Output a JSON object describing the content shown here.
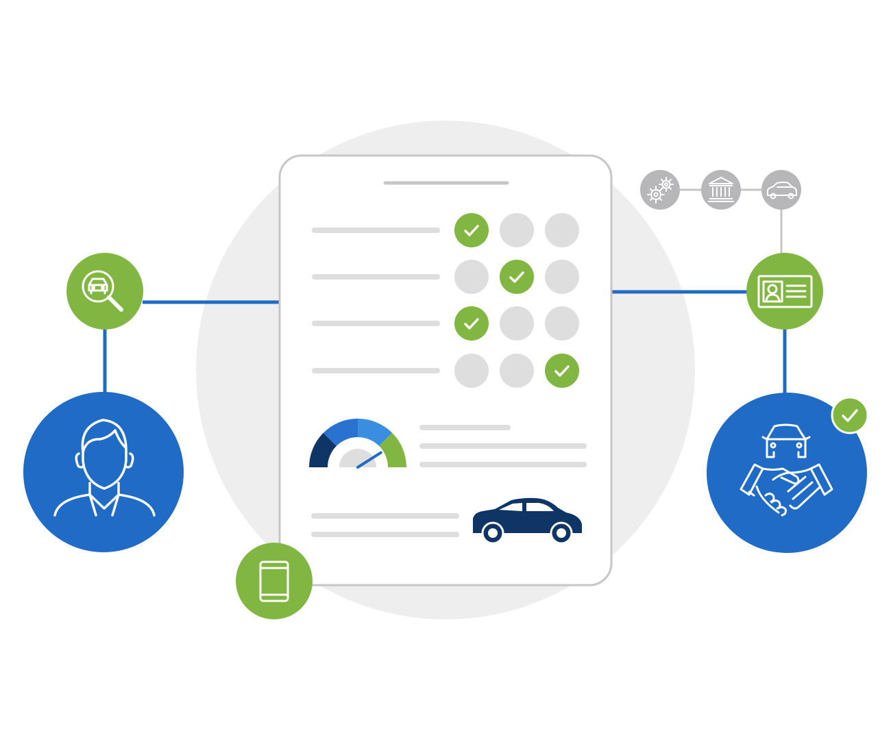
{
  "colors": {
    "green": "#82b642",
    "blue": "#1f6bc6",
    "navy": "#0f3566",
    "mid_blue": "#2a72cf",
    "light_blue": "#3a8de0",
    "backdrop_gray": "#eeeeee",
    "neutral_gray": "#dededf",
    "icon_gray": "#b7b7b9",
    "document_border": "#c6c6c8",
    "connector_gray": "#c4c4c6",
    "white": "#ffffff"
  },
  "checklist": {
    "rows": [
      {
        "checked_index": 0
      },
      {
        "checked_index": 1
      },
      {
        "checked_index": 0
      },
      {
        "checked_index": 2
      }
    ],
    "options_per_row": 3
  },
  "gauge": {
    "segment_colors": [
      "#0f3566",
      "#2a72cf",
      "#3a8de0",
      "#82b642"
    ],
    "needle_fraction": 0.82
  },
  "icons": {
    "vehicle_search": "magnifier-car-icon",
    "person": "person-icon",
    "tablet": "tablet-icon",
    "id_card": "id-card-icon",
    "deal": "handshake-car-icon",
    "verified": "checkmark-icon",
    "services": [
      "gears-icon",
      "bank-icon",
      "car-icon"
    ]
  }
}
